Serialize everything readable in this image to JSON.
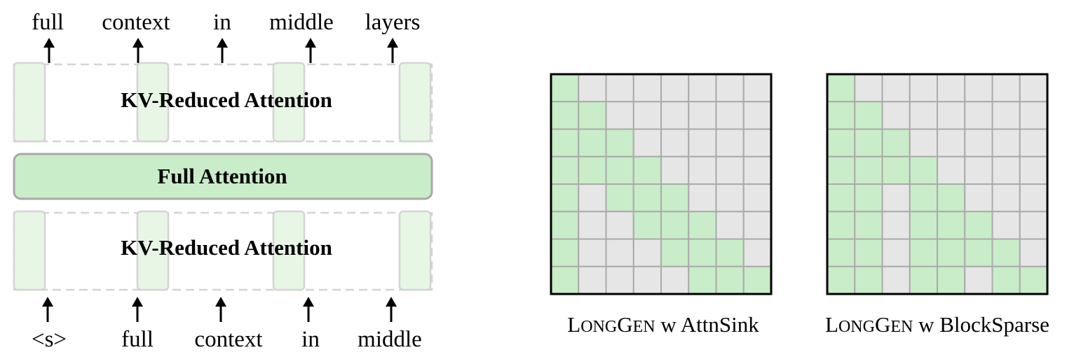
{
  "top_tokens": [
    "full",
    "context",
    "in",
    "middle",
    "layers"
  ],
  "bottom_tokens": [
    "<s>",
    "full",
    "context",
    "in",
    "middle"
  ],
  "blocks": {
    "upper_label": "KV-Reduced Attention",
    "middle_label": "Full Attention",
    "lower_label": "KV-Reduced Attention"
  },
  "captions": [
    {
      "name_first": "L",
      "name_rest1": "ONG",
      "name_mid": "G",
      "name_rest2": "EN",
      "suffix": " w AttnSink"
    },
    {
      "name_first": "L",
      "name_rest1": "ONG",
      "name_mid": "G",
      "name_rest2": "EN",
      "suffix": " w BlockSparse"
    }
  ],
  "masks": [
    {
      "name": "attnsink-mask",
      "rows": [
        [
          1,
          0,
          0,
          0,
          0,
          0,
          0,
          0
        ],
        [
          1,
          1,
          0,
          0,
          0,
          0,
          0,
          0
        ],
        [
          1,
          1,
          1,
          0,
          0,
          0,
          0,
          0
        ],
        [
          1,
          1,
          1,
          1,
          0,
          0,
          0,
          0
        ],
        [
          1,
          0,
          1,
          1,
          1,
          0,
          0,
          0
        ],
        [
          1,
          0,
          0,
          1,
          1,
          1,
          0,
          0
        ],
        [
          1,
          0,
          0,
          0,
          1,
          1,
          1,
          0
        ],
        [
          1,
          0,
          0,
          0,
          0,
          1,
          1,
          1
        ]
      ]
    },
    {
      "name": "blocksparse-mask",
      "rows": [
        [
          1,
          0,
          0,
          0,
          0,
          0,
          0,
          0
        ],
        [
          1,
          1,
          0,
          0,
          0,
          0,
          0,
          0
        ],
        [
          1,
          1,
          1,
          0,
          0,
          0,
          0,
          0
        ],
        [
          1,
          1,
          1,
          1,
          0,
          0,
          0,
          0
        ],
        [
          1,
          1,
          0,
          1,
          1,
          0,
          0,
          0
        ],
        [
          1,
          1,
          0,
          1,
          1,
          1,
          0,
          0
        ],
        [
          1,
          1,
          0,
          1,
          1,
          1,
          1,
          0
        ],
        [
          1,
          1,
          0,
          1,
          1,
          0,
          1,
          1
        ]
      ]
    }
  ],
  "colors": {
    "active_cell": "#c9ecc9",
    "inactive_cell": "#e6e6e6",
    "grid_line": "#aaaaaa",
    "full_attention_fill": "#c9ecc9",
    "column_highlight": "#e8f6e6"
  }
}
